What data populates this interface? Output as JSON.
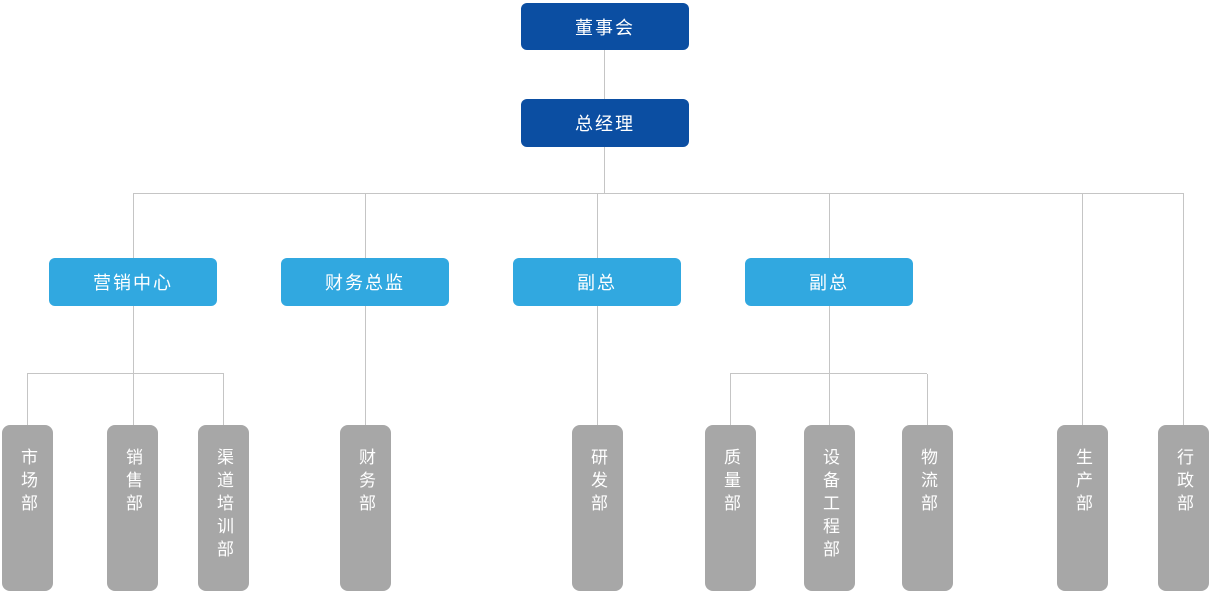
{
  "diagram_type": "org-chart",
  "colors": {
    "level1_box": "#0b4ea2",
    "level3_box": "#31a8e0",
    "department_box": "#a7a7a7",
    "connector_line": "#c5c5c5",
    "text": "#ffffff",
    "background": "#ffffff"
  },
  "nodes": [
    {
      "id": "board",
      "label": "董事会",
      "level": 1,
      "parent": null
    },
    {
      "id": "general_manager",
      "label": "总经理",
      "level": 2,
      "parent": "board"
    },
    {
      "id": "marketing_center",
      "label": "营销中心",
      "level": 3,
      "parent": "general_manager"
    },
    {
      "id": "finance_director",
      "label": "财务总监",
      "level": 3,
      "parent": "general_manager"
    },
    {
      "id": "vice_gm_1",
      "label": "副总",
      "level": 3,
      "parent": "general_manager"
    },
    {
      "id": "vice_gm_2",
      "label": "副总",
      "level": 3,
      "parent": "general_manager"
    },
    {
      "id": "market_dept",
      "label": "市场部",
      "level": 4,
      "parent": "marketing_center"
    },
    {
      "id": "sales_dept",
      "label": "销售部",
      "level": 4,
      "parent": "marketing_center"
    },
    {
      "id": "channel_training_dept",
      "label": "渠道培训部",
      "level": 4,
      "parent": "marketing_center"
    },
    {
      "id": "finance_dept",
      "label": "财务部",
      "level": 4,
      "parent": "finance_director"
    },
    {
      "id": "rnd_dept",
      "label": "研发部",
      "level": 4,
      "parent": "vice_gm_1"
    },
    {
      "id": "quality_dept",
      "label": "质量部",
      "level": 4,
      "parent": "vice_gm_2"
    },
    {
      "id": "equipment_eng_dept",
      "label": "设备工程部",
      "level": 4,
      "parent": "vice_gm_2"
    },
    {
      "id": "logistics_dept",
      "label": "物流部",
      "level": 4,
      "parent": "vice_gm_2"
    },
    {
      "id": "production_dept",
      "label": "生产部",
      "level": 4,
      "parent": "general_manager"
    },
    {
      "id": "admin_dept",
      "label": "行政部",
      "level": 4,
      "parent": "general_manager"
    }
  ]
}
